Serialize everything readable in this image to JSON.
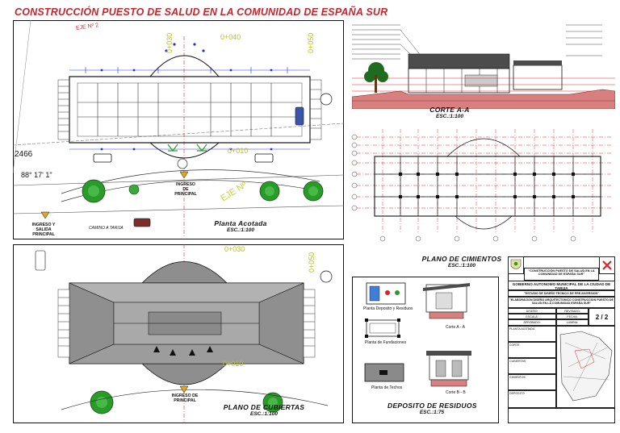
{
  "title": "CONSTRUCCIÓN PUESTO DE SALUD EN LA COMUNIDAD DE ESPAÑA SUR",
  "drawings": {
    "planta_acotada": {
      "title": "Planta Acotada",
      "scale": "ESC.:1:100"
    },
    "corte": {
      "title": "CORTE A-A",
      "scale": "ESC.:1:100"
    },
    "cimientos": {
      "title": "PLANO DE CIMIENTOS",
      "scale": "ESC.:1:100"
    },
    "cubiertas": {
      "title": "PLANO DE CUBIERTAS",
      "scale": "ESC.:1:100"
    },
    "deposito": {
      "title": "DEPOSITO DE RESIDUOS",
      "scale": "ESC.:1:75"
    }
  },
  "site_labels": {
    "ingreso_salida": "INGRESO Y SALIDA PRINCIPAL",
    "ingreso_principal": "INGRESO DE PRINCIPAL",
    "camino": "CAMINO A TARIJA",
    "eje_top": "EJE Nº 2",
    "eje_mid": "EJE Nº",
    "dim_2466": "2466",
    "angle": "88° 17' 1\"",
    "marker_630": "0+030",
    "marker_640": "0+040",
    "marker_650": "0+050",
    "marker_010": "0+010"
  },
  "deposito_labels": {
    "planta_deposito": "Planta Deposito y Residuos",
    "planta_fundaciones": "Planta de Fundaciones",
    "planta_techos": "Planta de Techos",
    "corte_a": "Corte A - A",
    "corte_b": "Corte B - B"
  },
  "title_block": {
    "proyecto": "\"CONSTRUCCIÓN PUESTO DE SALUD EN LA COMUNIDAD DE ESPAÑA SUR\"",
    "entidad": "GOBIERNO AUTONOMO MUNICIPAL DE LA CIUDAD DE TARIJA",
    "estudio": "\"ESTUDIO DE DISEÑO TECNICO DE PRE-INVERSION\"",
    "detalle": "\"ELABORACION DISEÑO ARQUITECTONICO CONSTRUCCION PUESTO DE SALUD EN LA COMUNIDAD ESPAÑA SUR\"",
    "lamina": "2 / 2",
    "rows": [
      "PLANTA ACOTADA",
      "CORTE",
      "CUBIERTAS",
      "CIMIENTOS",
      "DEPOSITO"
    ],
    "fields": [
      "DISEÑO:",
      "REVISADO:",
      "ESCALA:",
      "FECHA:",
      "APROBADO:",
      "LAMINA:"
    ]
  },
  "colors": {
    "title_red": "#c0282e",
    "marker_yellow": "#b9c21c",
    "axis_red": "#d8232a",
    "tree_green": "#2a9a2a",
    "roof_gray": "#9a9a9a",
    "dim_blue": "#2230d8"
  }
}
